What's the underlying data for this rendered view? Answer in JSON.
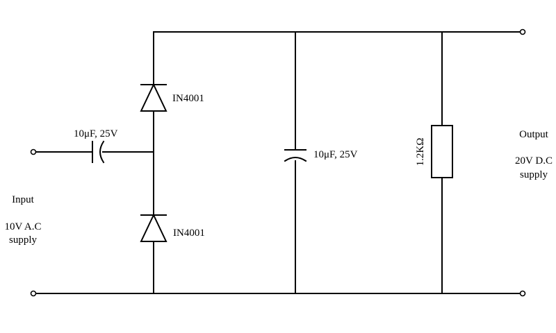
{
  "diagram": {
    "input": {
      "title": "Input",
      "line1": "10V A.C",
      "line2": "supply"
    },
    "output": {
      "title": "Output",
      "line1": "20V D.C",
      "line2": "supply"
    },
    "components": {
      "input_capacitor_label": "10μF, 25V",
      "diode_top_label": "IN4001",
      "diode_bottom_label": "IN4001",
      "filter_capacitor_label": "10μF, 25V",
      "resistor_label": "1.2KΩ"
    },
    "colors": {
      "stroke": "#000000",
      "background": "#ffffff"
    }
  }
}
